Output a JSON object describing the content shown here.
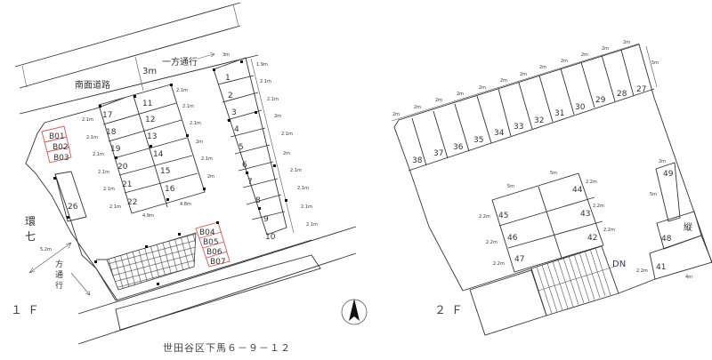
{
  "floor1": {
    "label": "１Ｆ",
    "road_top": "南面道路",
    "one_way_top": "一方通行",
    "road_width": "3m",
    "road_left": [
      "環",
      "七"
    ],
    "one_way_left": [
      "方",
      "通",
      "行"
    ],
    "left_dim": "5.2m",
    "right_column_spaces": [
      "1",
      "2",
      "3",
      "4",
      "5",
      "6",
      "7",
      "8",
      "9",
      "10"
    ],
    "right_column_dims": [
      "3m",
      "1.9m",
      "2.1m",
      "2.1m",
      "2m",
      "2.1m",
      "2m",
      "2.1m",
      "2.1m",
      "2.1m",
      "2.1m"
    ],
    "center_right_spaces": [
      "11",
      "12",
      "13",
      "14",
      "15",
      "16"
    ],
    "center_right_dims": [
      "2.1m",
      "2.1m",
      "2.1m",
      "2m",
      "2.1m",
      "2m"
    ],
    "center_left_spaces": [
      "17",
      "18",
      "19",
      "20",
      "21",
      "22"
    ],
    "center_left_dims": [
      "2.1m",
      "2.1m",
      "2.1m",
      "2.1m",
      "2.1m",
      "2.1m"
    ],
    "bottom_dims": [
      "4.9m",
      "4.8m"
    ],
    "space_26": "26",
    "bike_spaces_top": [
      "B01",
      "B02",
      "B03"
    ],
    "bike_spaces_bottom": [
      "B04",
      "B05",
      "B06",
      "B07"
    ]
  },
  "floor2": {
    "label": "２Ｆ",
    "top_row_spaces": [
      "27",
      "28",
      "29",
      "30",
      "31",
      "32",
      "33",
      "34",
      "35",
      "36",
      "37",
      "38"
    ],
    "top_row_dims": [
      "2m",
      "2m",
      "2m",
      "2m",
      "2m",
      "2m",
      "2m",
      "2m",
      "2m",
      "2m",
      "2m",
      "2m"
    ],
    "right_dim": "5m",
    "center_spaces": [
      "42",
      "43",
      "44",
      "45",
      "46",
      "47"
    ],
    "center_dims": [
      "5m",
      "5m",
      "2.2m",
      "2.2m",
      "2.2m",
      "2.2m",
      "2.2m",
      "2.2m"
    ],
    "right_spaces": [
      "41",
      "48",
      "49"
    ],
    "right_dims": [
      "2m",
      "5m",
      "2.2m",
      "4m"
    ],
    "vertical_label": "縦",
    "stairs_label": "DN"
  },
  "address": "世田谷区下馬６－９－１２",
  "compass": "north-arrow",
  "colors": {
    "line": "#333333",
    "bike_outline": "#e05050"
  }
}
